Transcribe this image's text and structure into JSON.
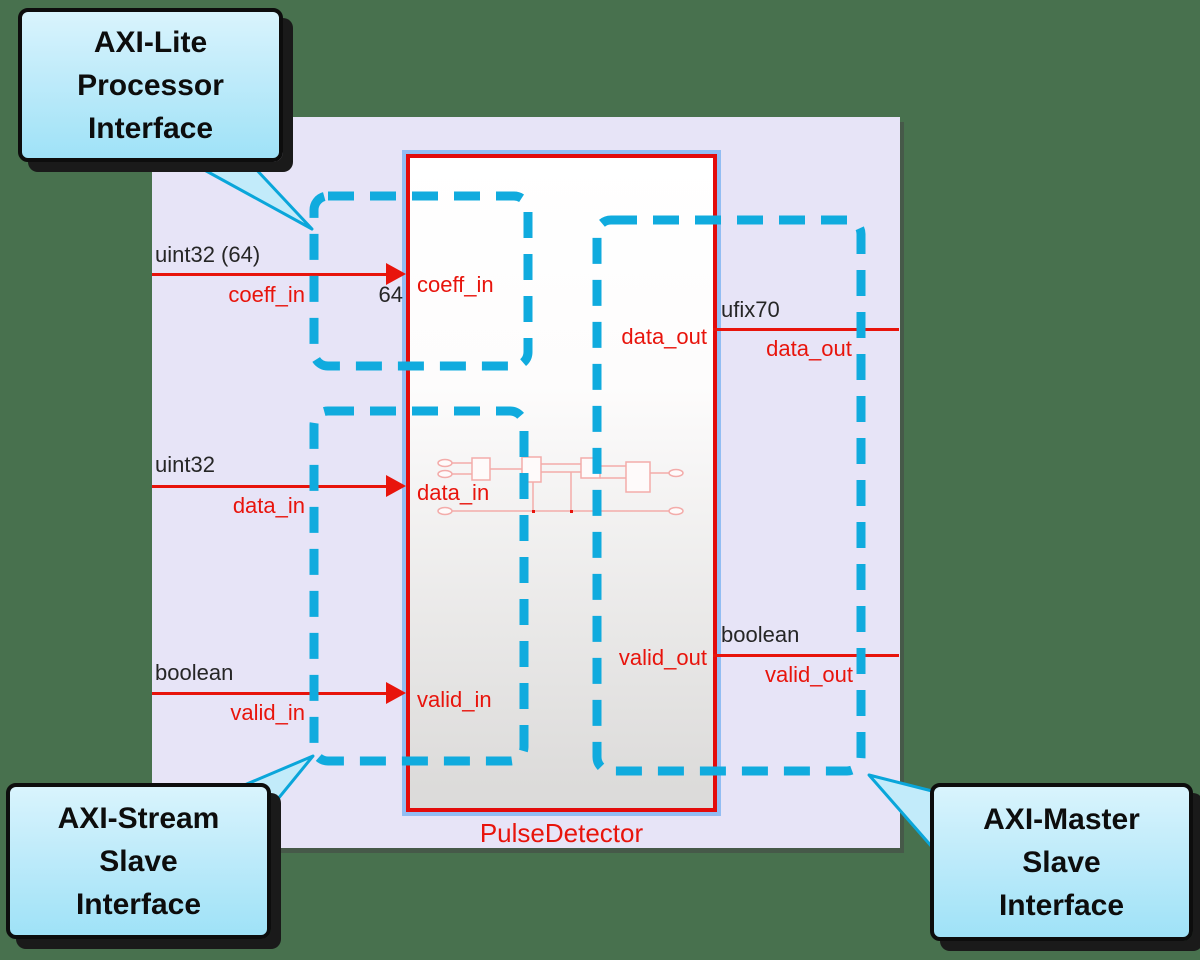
{
  "colors": {
    "background": "#48714E",
    "canvas": "#E7E4F7",
    "signal_red": "#E8140C",
    "annotation_cyan": "#10ABDE",
    "block_highlight_blue": "#92BDF3",
    "callout_fill": "#BFEBFA"
  },
  "block": {
    "name": "PulseDetector",
    "input_ports": [
      "coeff_in",
      "data_in",
      "valid_in"
    ],
    "output_ports": [
      "data_out",
      "valid_out"
    ],
    "coeff_bus_width": "64"
  },
  "signals": {
    "inputs": [
      {
        "datatype": "uint32 (64)",
        "name": "coeff_in"
      },
      {
        "datatype": "uint32",
        "name": "data_in"
      },
      {
        "datatype": "boolean",
        "name": "valid_in"
      }
    ],
    "outputs": [
      {
        "datatype": "ufix70",
        "name": "data_out"
      },
      {
        "datatype": "boolean",
        "name": "valid_out"
      }
    ]
  },
  "callouts": [
    {
      "lines": [
        "AXI-Lite",
        "Processor",
        "Interface"
      ]
    },
    {
      "lines": [
        "AXI-Stream",
        "Slave",
        "Interface"
      ]
    },
    {
      "lines": [
        "AXI-Master",
        "Slave",
        "Interface"
      ]
    }
  ]
}
